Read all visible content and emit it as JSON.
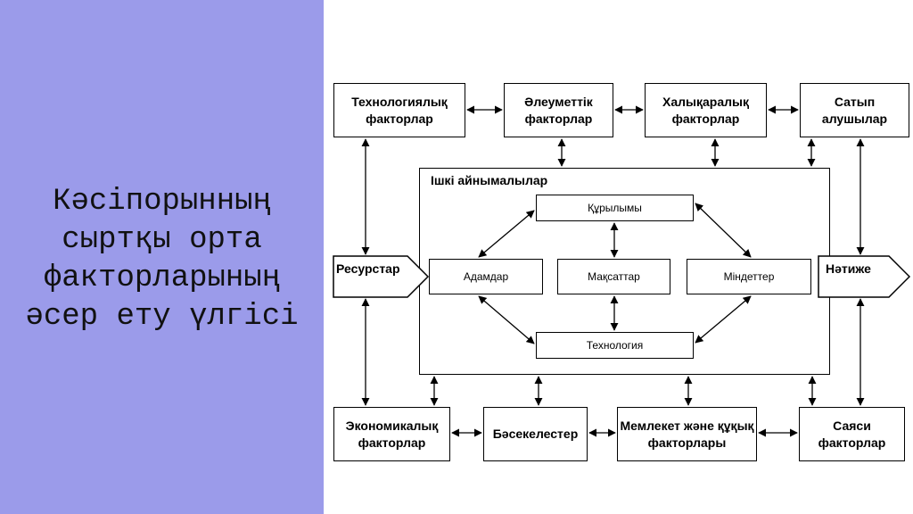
{
  "slide": {
    "title": "Кәсіпорынның\nсыртқы орта\nфакторларының\nәсер ету үлгісі"
  },
  "diagram": {
    "top_row": [
      "Технологиялық факторлар",
      "Әлеуметтік факторлар",
      "Халықаралық факторлар",
      "Сатып алушылар"
    ],
    "bottom_row": [
      "Экономикалық факторлар",
      "Бәсекелестер",
      "Мемлекет және құқық факторлары",
      "Саяси факторлар"
    ],
    "internal_label": "Ішкі айнымалылар",
    "internal": {
      "structure": "Құрылымы",
      "people": "Адамдар",
      "goals": "Мақсаттар",
      "tasks": "Міндеттер",
      "technology": "Технология"
    },
    "input": "Ресурстар",
    "output": "Нәтиже"
  },
  "colors": {
    "panel": "#9b9bea",
    "line": "#000000"
  }
}
